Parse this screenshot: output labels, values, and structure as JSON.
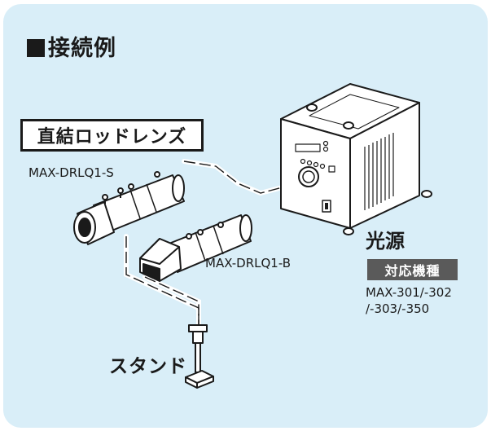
{
  "heading": "接続例",
  "rod_lens_title": "直結ロッドレンズ",
  "model_s": "MAX-DRLQ1-S",
  "model_b": "MAX-DRLQ1-B",
  "light_source": "光源",
  "compatible_badge": "対応機種",
  "compatible_models_line1": "MAX-301/-302",
  "compatible_models_line2": "/-303/-350",
  "stand": "スタンド",
  "colors": {
    "panel": "#d9eef8",
    "ink": "#1a1a1a",
    "badge": "#5a5a5a"
  }
}
